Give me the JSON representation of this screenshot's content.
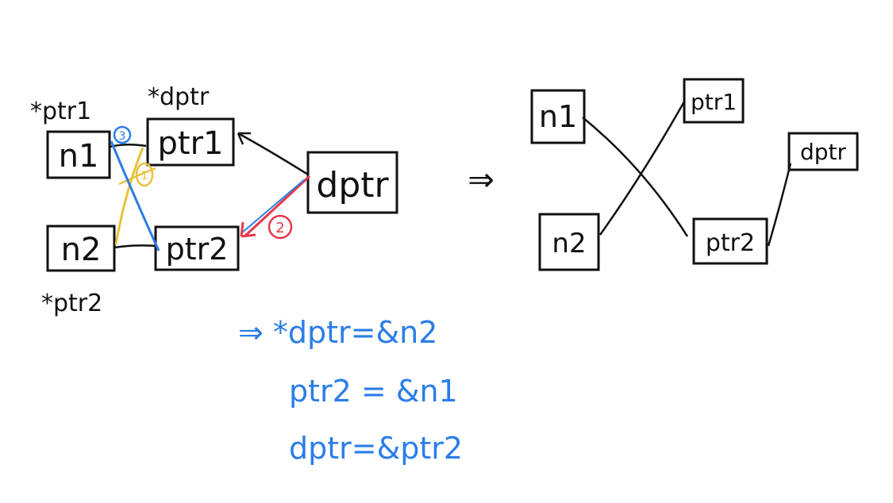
{
  "colors": {
    "ink": "#111111",
    "blue": "#2b7de9",
    "red": "#e8364a",
    "yellow": "#e8c23a",
    "background": "#ffffff"
  },
  "left": {
    "labels": {
      "ptr1_star": "*ptr1",
      "dptr_star": "*dptr",
      "ptr2_star": "*ptr2"
    },
    "boxes": {
      "n1": "n1",
      "ptr1": "ptr1",
      "n2": "n2",
      "ptr2": "ptr2",
      "dptr": "dptr"
    },
    "markers": {
      "one": "1",
      "two": "2",
      "three": "3"
    }
  },
  "arrow_symbol": "⇒",
  "right": {
    "boxes": {
      "n1": "n1",
      "n2": "n2",
      "ptr1": "ptr1",
      "ptr2": "ptr2",
      "dptr": "dptr"
    }
  },
  "steps": {
    "line1": "⇒ *dptr=&n2",
    "line2": "ptr2 = &n1",
    "line3": "dptr=&ptr2"
  }
}
